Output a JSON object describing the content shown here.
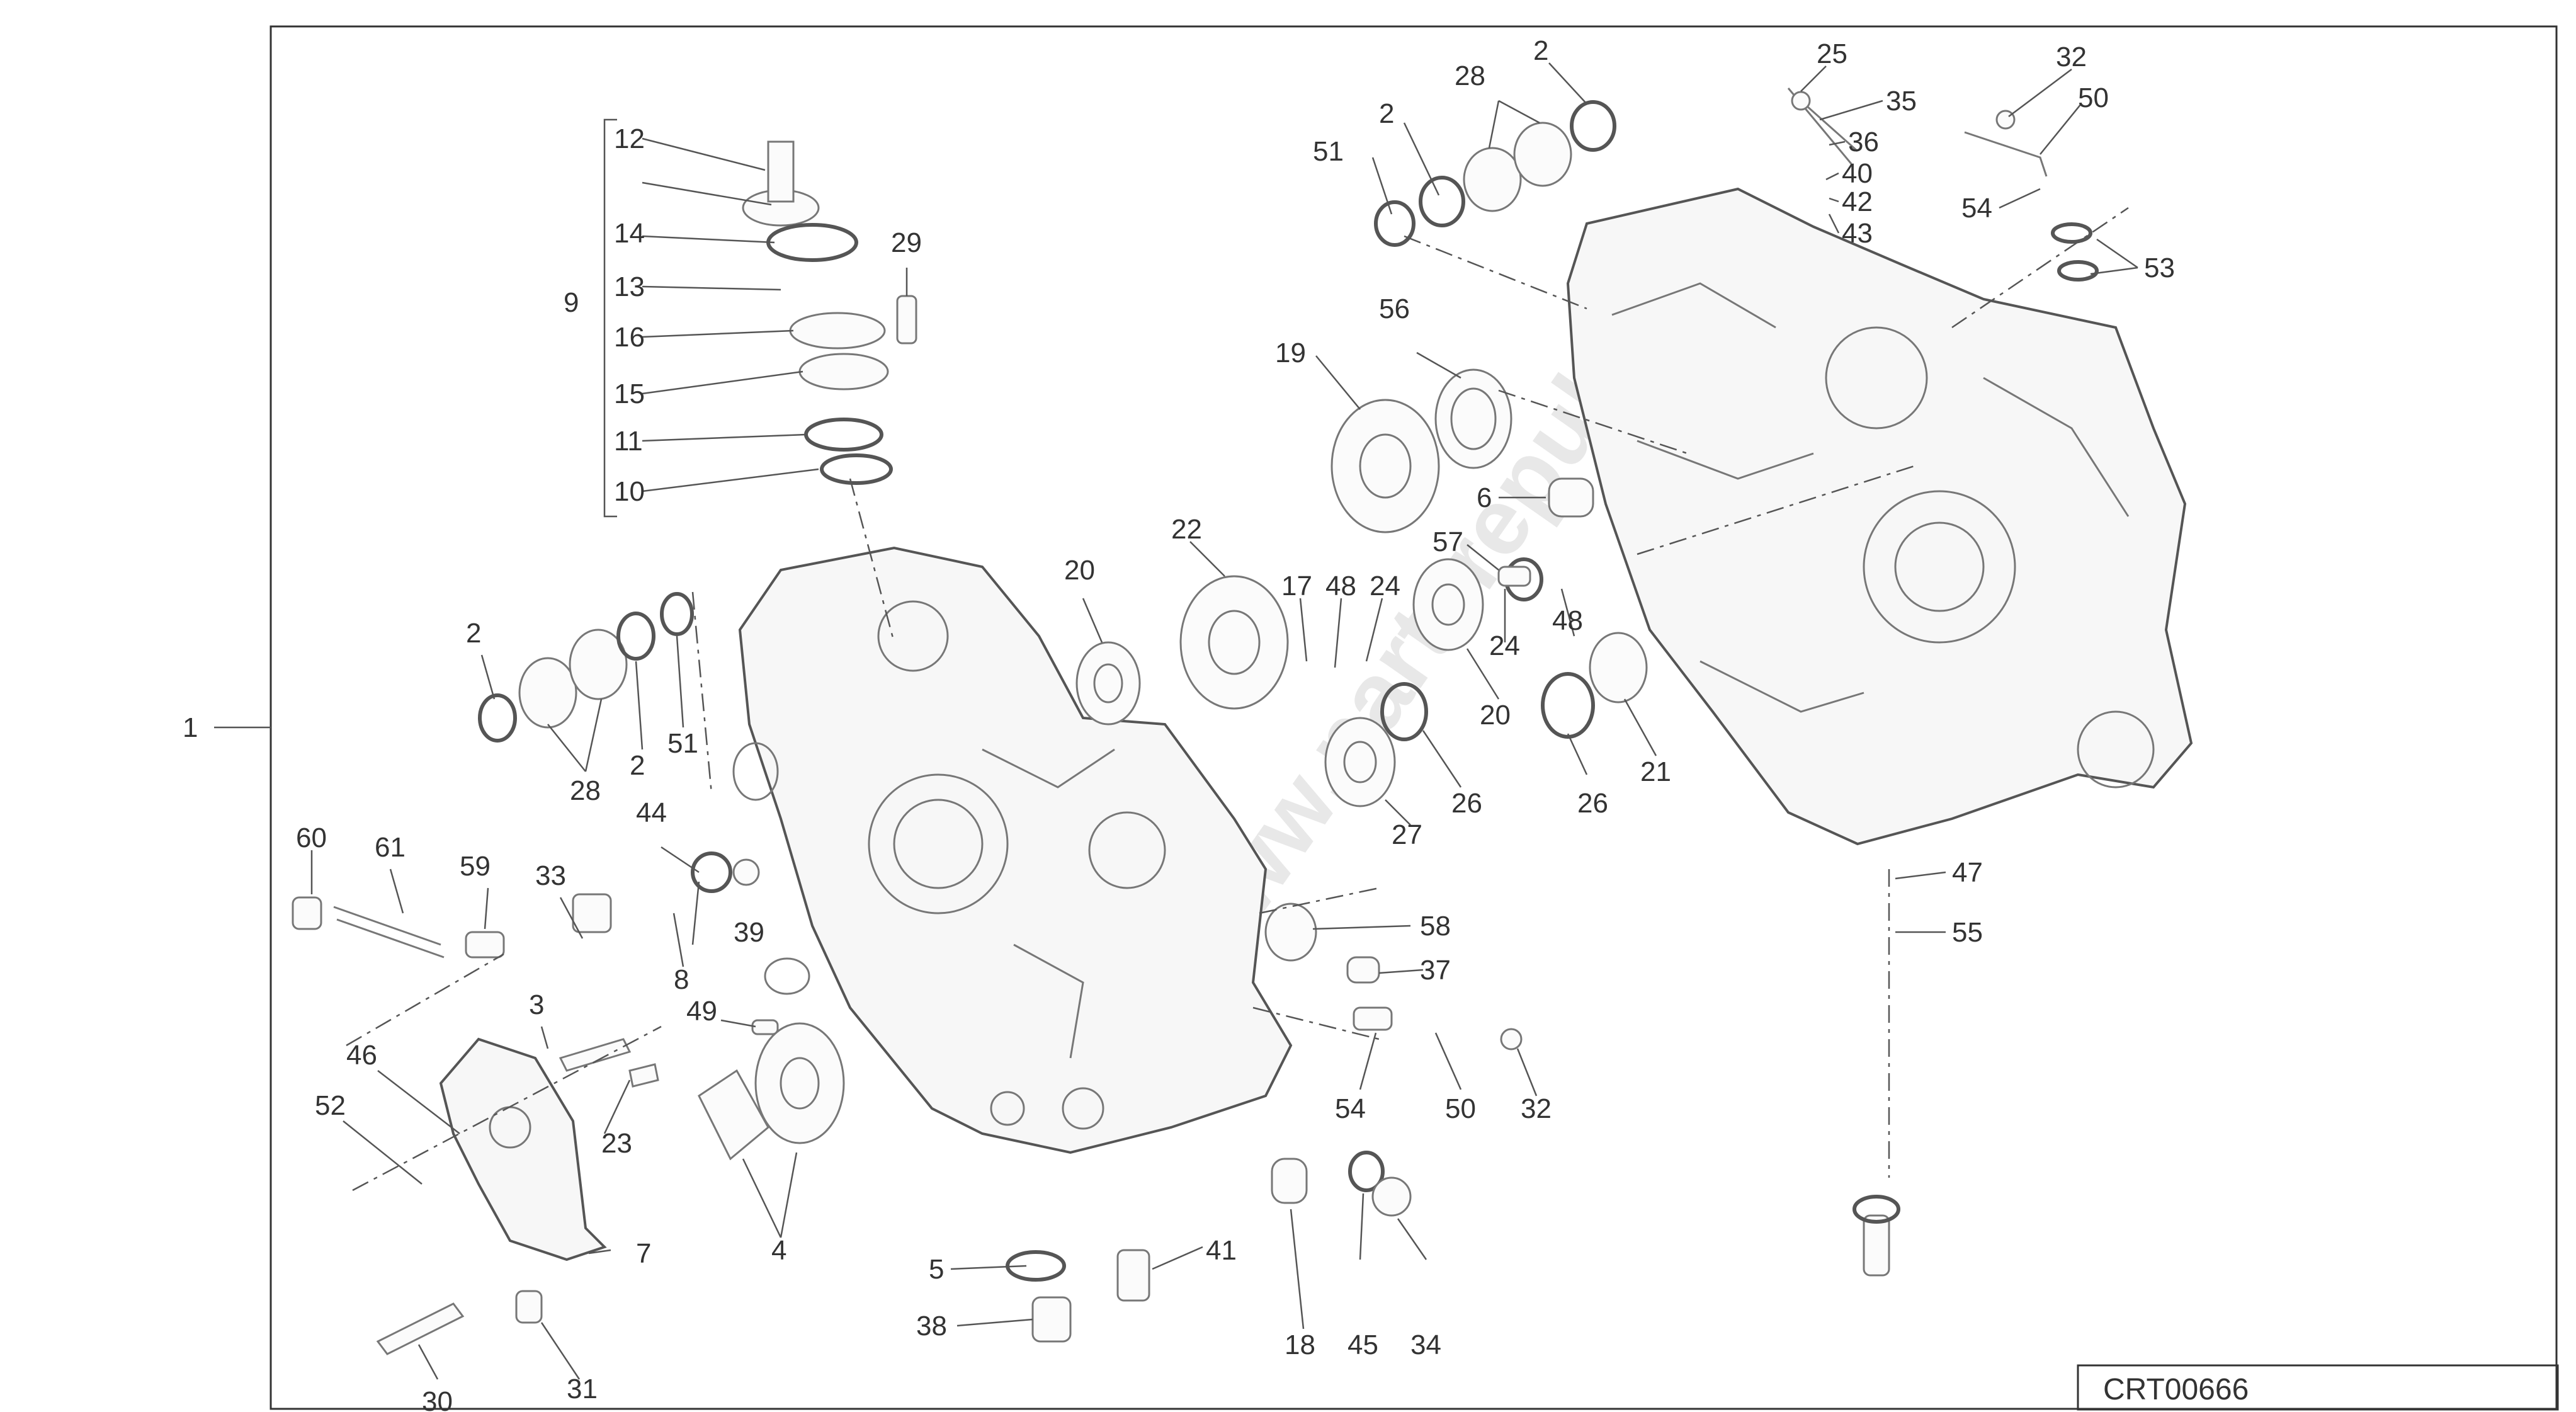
{
  "drawing": {
    "code": "CRT00666",
    "watermark": "www.partsrepublik"
  },
  "callouts": {
    "c1": "1",
    "c2a": "2",
    "c2b": "2",
    "c2c": "2",
    "c2d": "2",
    "c3": "3",
    "c4": "4",
    "c5": "5",
    "c6": "6",
    "c7": "7",
    "c8": "8",
    "c9": "9",
    "c10": "10",
    "c11": "11",
    "c12": "12",
    "c13": "13",
    "c14": "14",
    "c15": "15",
    "c16": "16",
    "c17": "17",
    "c18": "18",
    "c19": "19",
    "c20a": "20",
    "c20b": "20",
    "c21": "21",
    "c22": "22",
    "c23": "23",
    "c24a": "24",
    "c24b": "24",
    "c25": "25",
    "c26a": "26",
    "c26b": "26",
    "c27": "27",
    "c28a": "28",
    "c28b": "28",
    "c29": "29",
    "c30": "30",
    "c31": "31",
    "c32a": "32",
    "c32b": "32",
    "c33": "33",
    "c34": "34",
    "c35": "35",
    "c36": "36",
    "c37": "37",
    "c38": "38",
    "c39": "39",
    "c40": "40",
    "c41": "41",
    "c42": "42",
    "c43": "43",
    "c44": "44",
    "c45": "45",
    "c46": "46",
    "c47": "47",
    "c48a": "48",
    "c48b": "48",
    "c49": "49",
    "c50a": "50",
    "c50b": "50",
    "c51a": "51",
    "c51b": "51",
    "c52": "52",
    "c53": "53",
    "c54a": "54",
    "c54b": "54",
    "c55": "55",
    "c56": "56",
    "c57": "57",
    "c58": "58",
    "c59": "59",
    "c60": "60",
    "c61": "61"
  }
}
